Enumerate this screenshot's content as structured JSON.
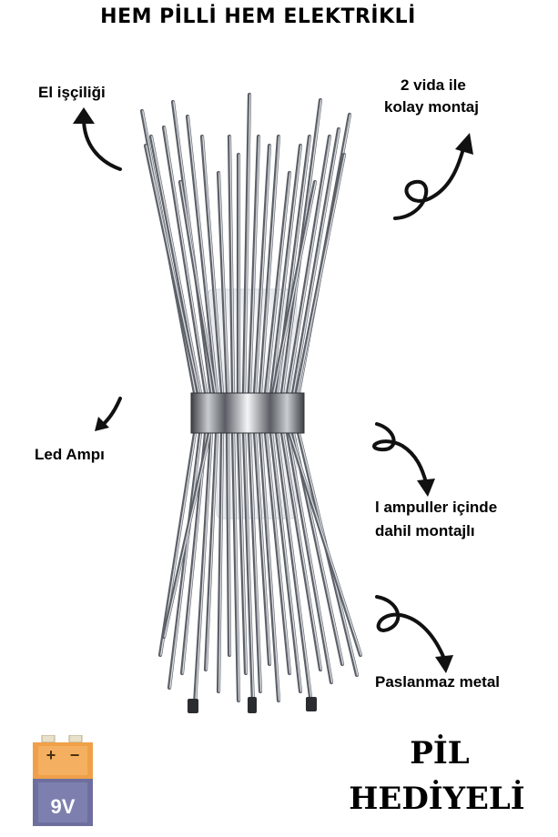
{
  "title": "HEM PİLLİ HEM ELEKTRİKLİ",
  "callouts": {
    "handcraft": "El işçiliği",
    "mount_line1": "2 vida ile",
    "mount_line2": "kolay montaj",
    "led": "Led Ampı",
    "bulbs_line1": "l ampuller içinde",
    "bulbs_line2": "dahil montajlı",
    "stainless": "Paslanmaz metal"
  },
  "promo": {
    "line1": "PİL",
    "line2": "HEDİYELİ"
  },
  "battery": {
    "plus": "+",
    "minus": "−",
    "voltage": "9V",
    "top_color": "#f0a048",
    "bottom_color": "#6e6f9e",
    "terminal_color": "#e8e0c8"
  },
  "colors": {
    "rod": "#8a8f96",
    "rod_highlight": "#d8dbe0",
    "band": "#9aa0a8"
  }
}
